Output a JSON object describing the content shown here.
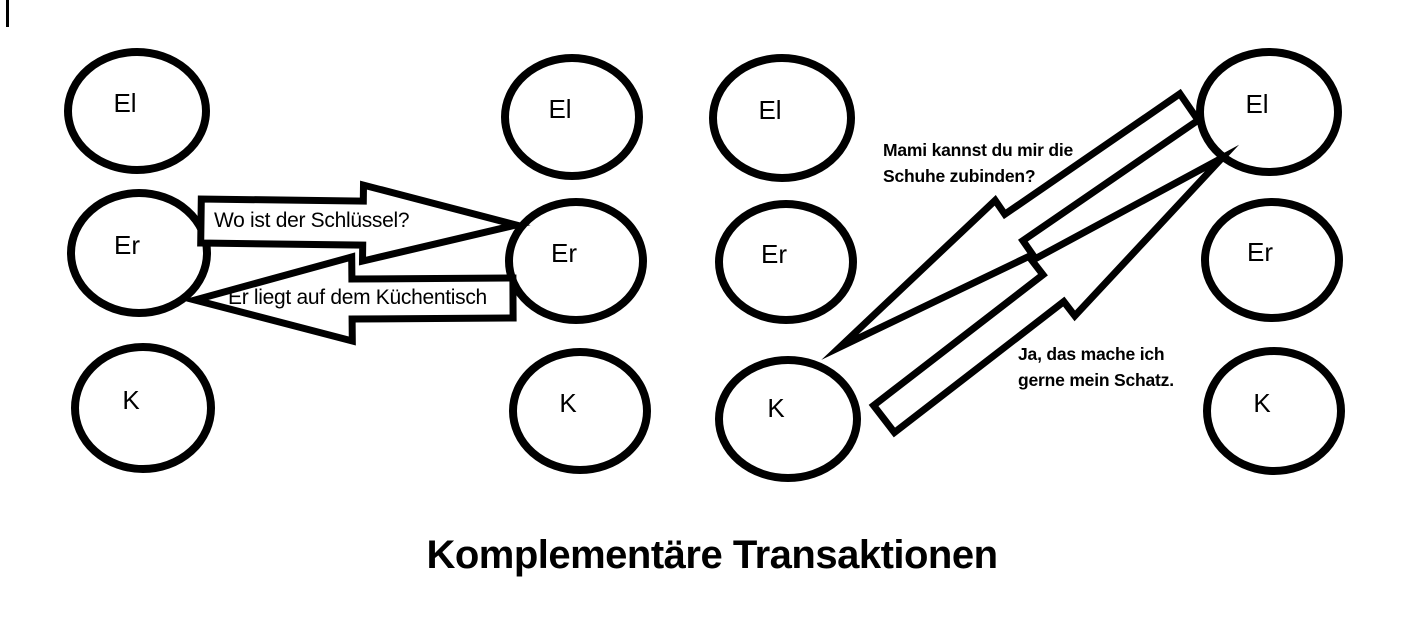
{
  "page": {
    "background": "#ffffff",
    "ink": "#000000",
    "title": "Komplementäre Transaktionen"
  },
  "diagram_left": {
    "left_column": [
      "El",
      "Er",
      "K"
    ],
    "right_column": [
      "El",
      "Er",
      "K"
    ],
    "stimulus_label": "Wo ist der Schlüssel?",
    "response_label": "Er liegt auf dem Küchentisch"
  },
  "diagram_right": {
    "left_column": [
      "El",
      "Er",
      "K"
    ],
    "right_column": [
      "El",
      "Er",
      "K"
    ],
    "stimulus_label": "Mami kannst du mir die\nSchuhe zubinden?",
    "response_label": "Ja, das mache ich\ngerne mein Schatz."
  }
}
